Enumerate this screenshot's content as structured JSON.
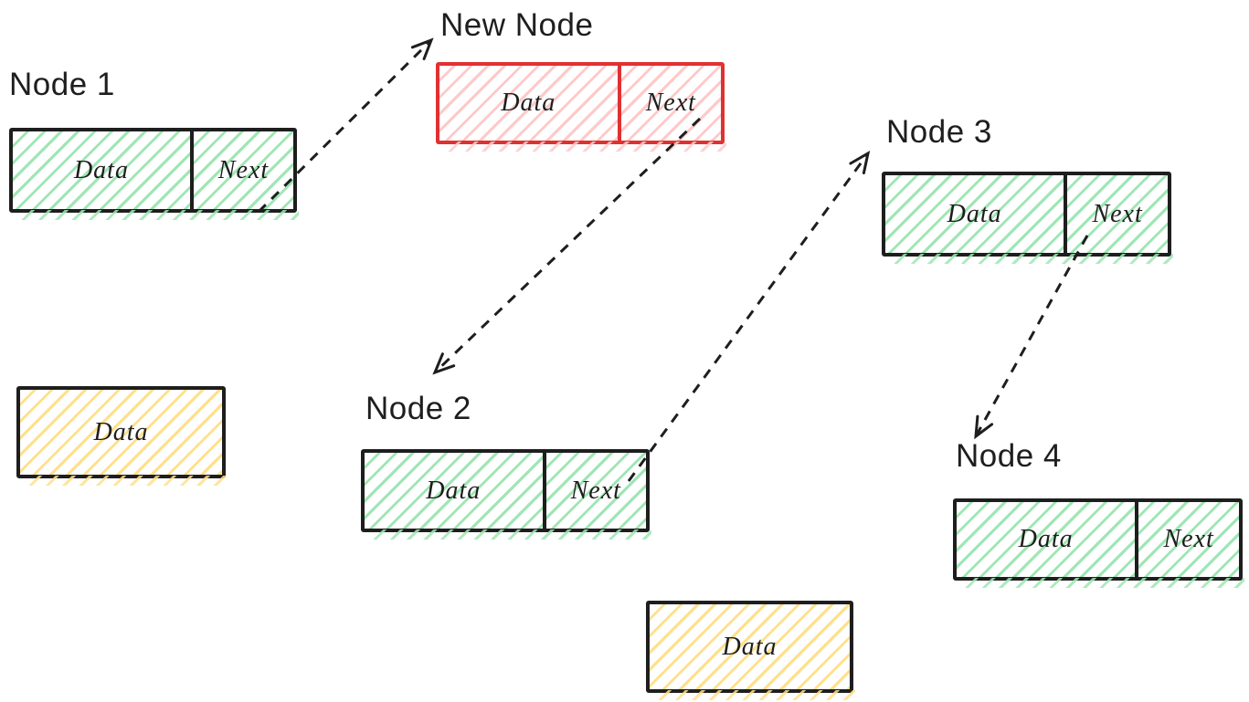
{
  "diagram": {
    "nodes": [
      {
        "label": "Node 1",
        "cells": [
          "Data",
          "Next"
        ],
        "style": "green"
      },
      {
        "label": "New Node",
        "cells": [
          "Data",
          "Next"
        ],
        "style": "red"
      },
      {
        "label": "Node 2",
        "cells": [
          "Data",
          "Next"
        ],
        "style": "green"
      },
      {
        "label": "Node 3",
        "cells": [
          "Data",
          "Next"
        ],
        "style": "green"
      },
      {
        "label": "Node 4",
        "cells": [
          "Data",
          "Next"
        ],
        "style": "green"
      }
    ],
    "data_blocks": [
      {
        "label": "Data",
        "style": "yellow"
      },
      {
        "label": "Data",
        "style": "yellow"
      }
    ],
    "arrows": [
      {
        "name": "node1-next-to-new-node",
        "style": "dashed"
      },
      {
        "name": "new-node-next-to-node2",
        "style": "dashed"
      },
      {
        "name": "node2-next-to-node3",
        "style": "dashed"
      },
      {
        "name": "node3-next-to-node4",
        "style": "dashed"
      }
    ],
    "colors": {
      "stroke": "#1e1e1e",
      "green_hatch": "#9fe6b4",
      "red_stroke": "#e03131",
      "red_hatch": "#ffc9c9",
      "yellow_hatch": "#ffe08a",
      "background": "#ffffff"
    }
  }
}
